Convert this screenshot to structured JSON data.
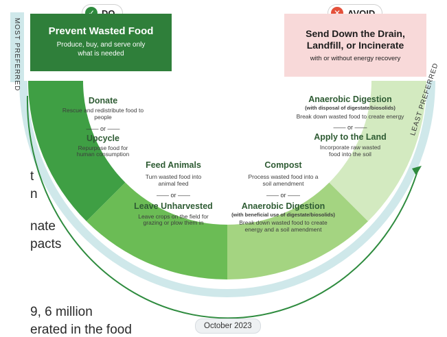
{
  "background_text": [
    "t",
    "n",
    "nate",
    "pacts",
    "9, 6 million",
    "erated in the food"
  ],
  "badges": {
    "do": {
      "label": "DO",
      "icon": "check-icon",
      "color": "#2e8b3e"
    },
    "avoid": {
      "label": "AVOID",
      "icon": "x-icon",
      "color": "#e4503a"
    }
  },
  "top_left": {
    "title": "Prevent Wasted Food",
    "desc": "Produce, buy, and serve only what is needed",
    "color": "#2f7f3a"
  },
  "top_right": {
    "title": "Send Down the Drain, Landfill, or Incinerate",
    "desc": "with or without energy recovery",
    "color": "#f8d9d9"
  },
  "axis": {
    "left": "MOST PREFERRED",
    "right": "LEAST PREFERRED"
  },
  "segments": [
    {
      "items": [
        {
          "title": "Donate",
          "desc": "Rescue and redistribute food to people"
        },
        {
          "title": "Upcycle",
          "desc": "Repurpose food for human consumption"
        }
      ],
      "color": "#3f9f44"
    },
    {
      "items": [
        {
          "title": "Feed Animals",
          "desc": "Turn wasted food into animal feed"
        },
        {
          "title": "Leave Unharvested",
          "desc": "Leave crops on the field for grazing or plow them in"
        }
      ],
      "color": "#6bbc55"
    },
    {
      "items": [
        {
          "title": "Compost",
          "desc": "Process wasted food into a soil amendment"
        },
        {
          "title": "Anaerobic Digestion",
          "note": "(with beneficial use of digestate/biosolids)",
          "desc": "Break down wasted food to create energy and a soil amendment"
        }
      ],
      "color": "#a4d481"
    },
    {
      "items": [
        {
          "title": "Anaerobic Digestion",
          "note": "(with disposal of digestate/biosolids)",
          "desc": "Break down wasted food to create energy"
        },
        {
          "title": "Apply to the Land",
          "desc": "Incorporate raw wasted food into the soil"
        }
      ],
      "color": "#d3eac0"
    }
  ],
  "or_label": "or",
  "date": "October 2023"
}
